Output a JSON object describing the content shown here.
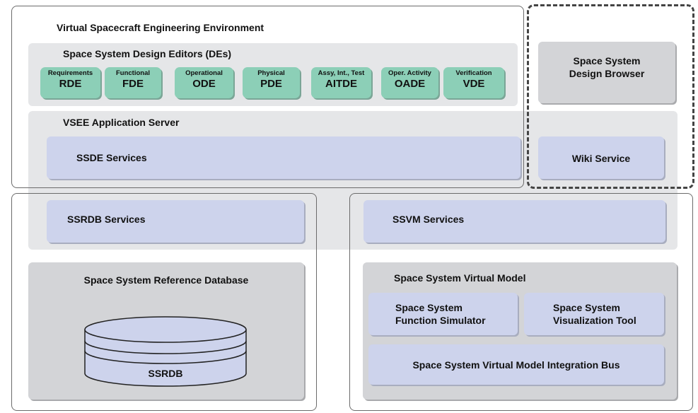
{
  "vsee": {
    "title": "Virtual Spacecraft Engineering Environment"
  },
  "design_editors": {
    "title": "Space System Design Editors (DEs)",
    "items": [
      {
        "small": "Requirements",
        "big": "RDE"
      },
      {
        "small": "Functional",
        "big": "FDE"
      },
      {
        "small": "Operational",
        "big": "ODE"
      },
      {
        "small": "Physical",
        "big": "PDE"
      },
      {
        "small": "Assy, Int., Test",
        "big": "AITDE"
      },
      {
        "small": "Oper. Activity",
        "big": "OADE"
      },
      {
        "small": "Verification",
        "big": "VDE"
      }
    ]
  },
  "browser": {
    "line1": "Space System",
    "line2": "Design Browser"
  },
  "app_server": {
    "title": "VSEE Application Server"
  },
  "ssde": {
    "label": "SSDE Services"
  },
  "wiki": {
    "label": "Wiki Service"
  },
  "ssrdb_services": {
    "label": "SSRDB Services"
  },
  "ssvm_services": {
    "label": "SSVM Services"
  },
  "ref_db": {
    "title": "Space System Reference Database",
    "db_label": "SSRDB"
  },
  "virtual_model": {
    "title": "Space System Virtual Model",
    "simulator_line1": "Space System",
    "simulator_line2": "Function Simulator",
    "viz_line1": "Space System",
    "viz_line2": "Visualization Tool",
    "bus": "Space System Virtual Model Integration Bus"
  },
  "colors": {
    "editor_green": "#8ccfb7",
    "service_blue": "#cdd3ec",
    "panel_gray": "#e5e6e8"
  }
}
